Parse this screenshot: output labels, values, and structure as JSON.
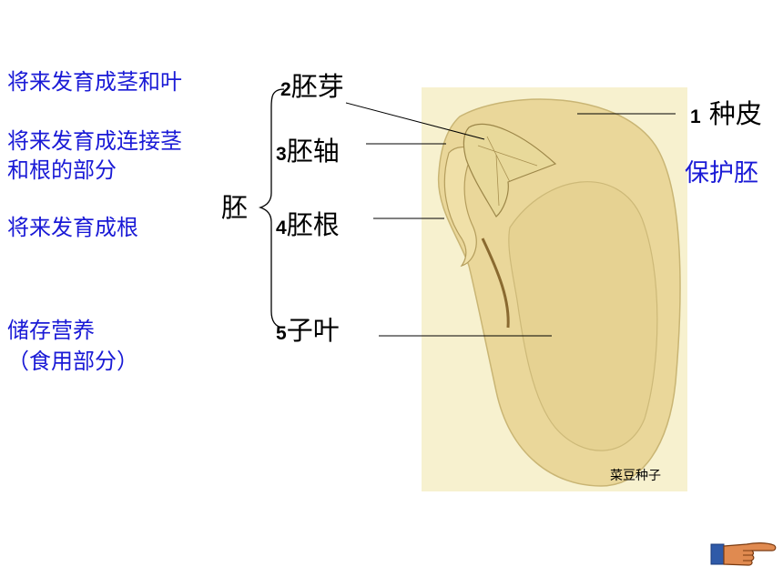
{
  "left_notes": {
    "n1": "将来发育成茎和叶",
    "n2_line1": "将来发育成连接茎",
    "n2_line2": "和根的部分",
    "n3": "将来发育成根",
    "n4_line1": "储存营养",
    "n4_line2": "（食用部分）"
  },
  "embryo": "胚",
  "parts": [
    {
      "num": "2",
      "name": "胚芽"
    },
    {
      "num": "3",
      "name": "胚轴"
    },
    {
      "num": "4",
      "name": "胚根"
    },
    {
      "num": "5",
      "name": "子叶"
    }
  ],
  "seed_coat": {
    "num": "1",
    "name": "种皮",
    "function": "保护胚"
  },
  "image_caption": "菜豆种子",
  "colors": {
    "blue_text": "#1a1ad6",
    "seed_fill": "#ead79a",
    "seed_bg": "#f7f1cf"
  },
  "icons": {
    "next": "pointing-hand-icon"
  }
}
